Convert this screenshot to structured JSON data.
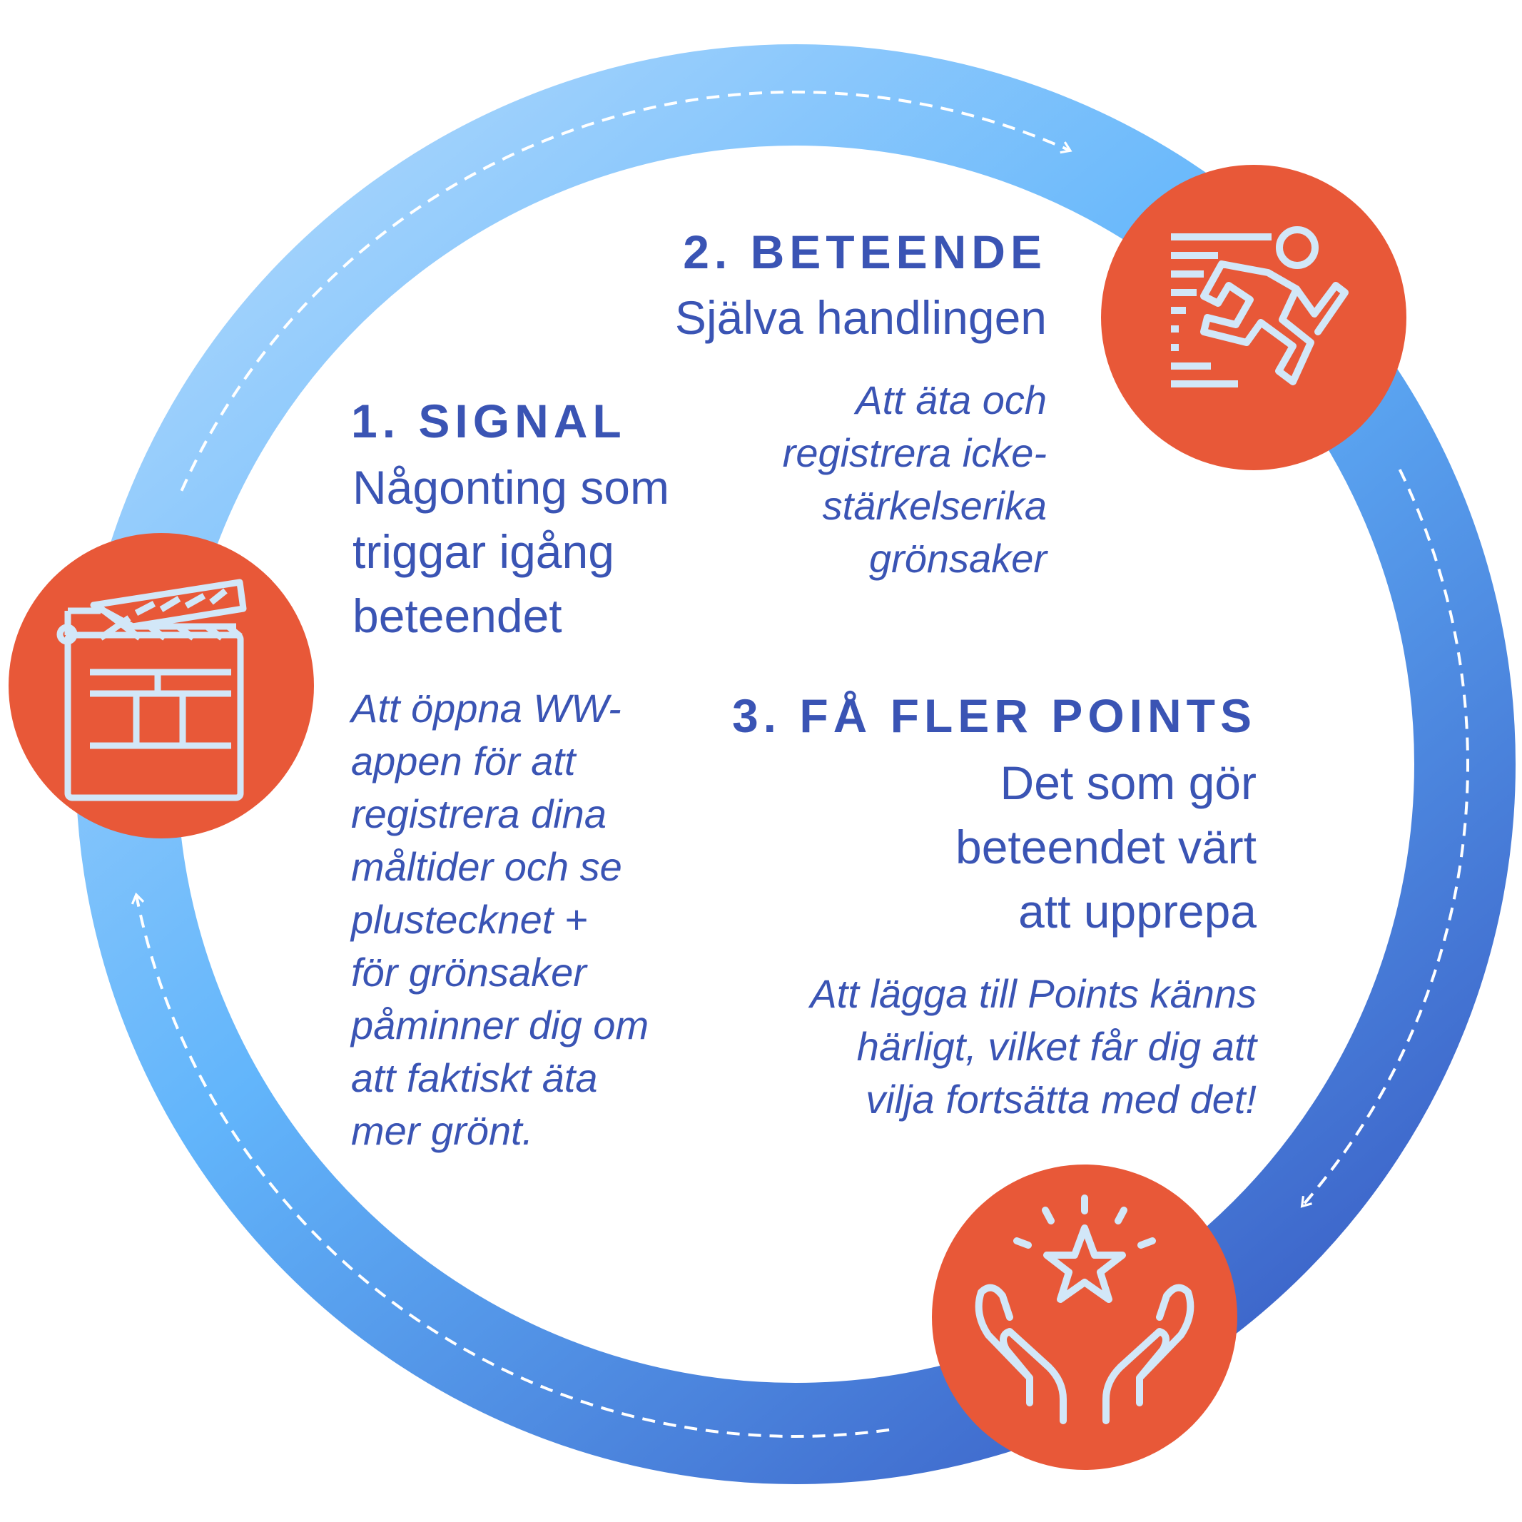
{
  "colors": {
    "ring_light": "#acd7fc",
    "ring_mid": "#62b5fb",
    "ring_dark": "#3a5fc6",
    "badge": "#e85838",
    "icon_stroke": "#d2e7f8",
    "text": "#3a54b4"
  },
  "steps": [
    {
      "heading": "1. SIGNAL",
      "lines": [
        "Någonting som",
        "triggar igång",
        "beteendet"
      ],
      "example": [
        "Att öppna WW-",
        "appen för att",
        "registrera dina",
        "måltider och se",
        "plustecknet +",
        "för grönsaker",
        "påminner dig om",
        "att faktiskt äta",
        "mer grönt."
      ],
      "icon": "clapperboard-icon"
    },
    {
      "heading": "2. BETEENDE",
      "lines": [
        "Själva handlingen"
      ],
      "example": [
        "Att äta och",
        "registrera icke-",
        "stärkelserika",
        "grönsaker"
      ],
      "icon": "running-person-icon"
    },
    {
      "heading": "3. FÅ FLER POINTS",
      "lines": [
        "Det som gör",
        "beteendet värt",
        "att upprepa"
      ],
      "example": [
        "Att lägga till Points känns",
        "härligt, vilket får dig att",
        "vilja fortsätta med det!"
      ],
      "icon": "hands-star-icon"
    }
  ]
}
